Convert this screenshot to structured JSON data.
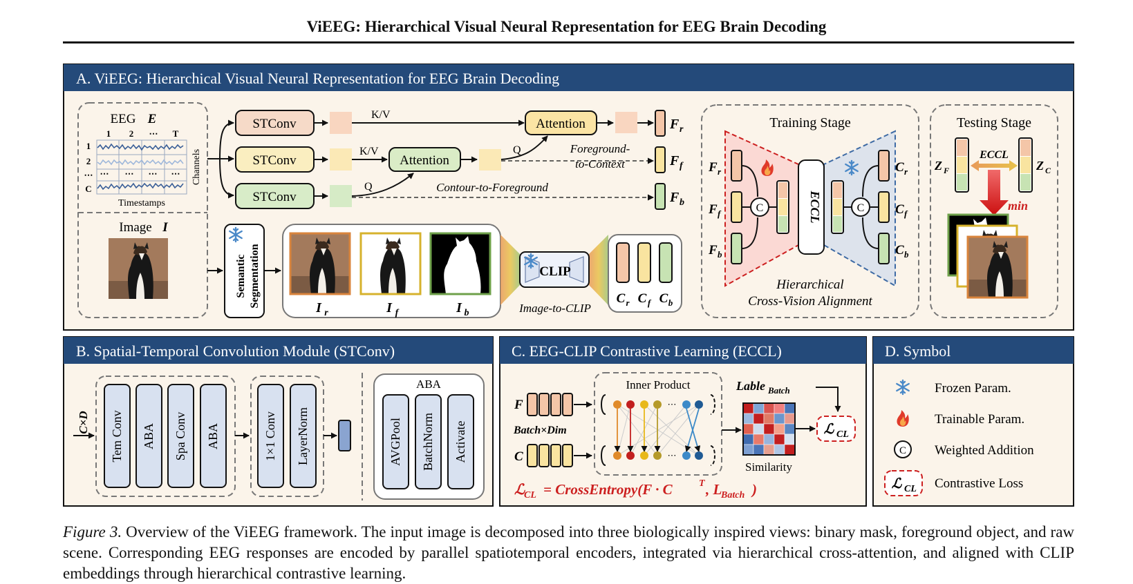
{
  "page": {
    "title": "ViEEG: Hierarchical Visual Neural Representation for EEG Brain Decoding"
  },
  "panel_a": {
    "header": "A. ViEEG: Hierarchical Visual Neural Representation for EEG Brain Decoding",
    "eeg": {
      "label": "EEG",
      "var": "E",
      "cols": [
        "1",
        "2",
        "⋯",
        "T"
      ],
      "rows": [
        "1",
        "2",
        "⋯",
        "C"
      ],
      "xlabel": "Timestamps",
      "ylabel": "Channels"
    },
    "image": {
      "label": "Image",
      "var": "I"
    },
    "stconv_label": "STConv",
    "attention_label": "Attention",
    "kv_label": "K/V",
    "q_label": "Q",
    "foreground_to_context_1": "Foreground-",
    "foreground_to_context_2": "to-Context",
    "contour_to_foreground": "Contour-to-Foreground",
    "features": [
      "F",
      "F",
      "F"
    ],
    "feature_subs": [
      "r",
      "f",
      "b"
    ],
    "segmentation_1": "Semantic",
    "segmentation_2": "Segmentation",
    "image_views": [
      "I",
      "I",
      "I"
    ],
    "clip_label": "CLIP",
    "image_to_clip": "Image-to-CLIP",
    "clip_outputs": [
      "C",
      "C",
      "C"
    ],
    "training": {
      "title": "Training Stage",
      "eccl": "ECCL",
      "caption_1": "Hierarchical",
      "caption_2": "Cross-Vision Alignment",
      "c_symbol": "C"
    },
    "testing": {
      "title": "Testing Stage",
      "zf": "Z",
      "zf_sub": "F",
      "zc": "Z",
      "zc_sub": "C",
      "eccl": "ECCL",
      "min": "min"
    }
  },
  "panel_b": {
    "header": "B. Spatial-Temporal Convolution Module (STConv)",
    "input": "C×D",
    "blocks": [
      "Tem Conv",
      "ABA",
      "Spa Conv",
      "ABA"
    ],
    "blocks2": [
      "1×1 Conv",
      "LayerNorm"
    ],
    "aba_title": "ABA",
    "aba_blocks": [
      "AVGPool",
      "BatchNorm",
      "Activate"
    ]
  },
  "panel_c": {
    "header": "C. EEG-CLIP Contrastive Learning (ECCL)",
    "f_label": "F",
    "c_label": "C",
    "batch_dim": "Batch×Dim",
    "inner_product": "Inner Product",
    "lable_batch": "Lable",
    "lable_sub": "Batch",
    "similarity": "Similarity",
    "loss_symbol": "ℒ",
    "loss_sub": "CL",
    "formula": "= CrossEntropy(F · C",
    "formula_sup": "T",
    "formula_tail": ", L",
    "formula_sub": "Batch",
    "formula_end": ")"
  },
  "panel_d": {
    "header": "D. Symbol",
    "items": [
      "Frozen Param.",
      "Trainable Param.",
      "Weighted Addition",
      "Contrastive Loss"
    ],
    "c_symbol": "C"
  },
  "caption": {
    "label": "Figure 3.",
    "text": "Overview of the ViEEG framework. The input image is decomposed into three biologically inspired views: binary mask, foreground object, and raw scene. Corresponding EEG responses are encoded by parallel spatiotemporal encoders, integrated via hierarchical cross-attention, and aligned with CLIP embeddings through hierarchical contrastive learning."
  },
  "colors": {
    "header": "#244a7a",
    "panel_bg": "#fbf4ea",
    "fr": "#f4c6a8",
    "ff": "#f9e4a0",
    "fb": "#c7e3b3",
    "block": "#d8e1f0",
    "red": "#cc1f1f"
  }
}
